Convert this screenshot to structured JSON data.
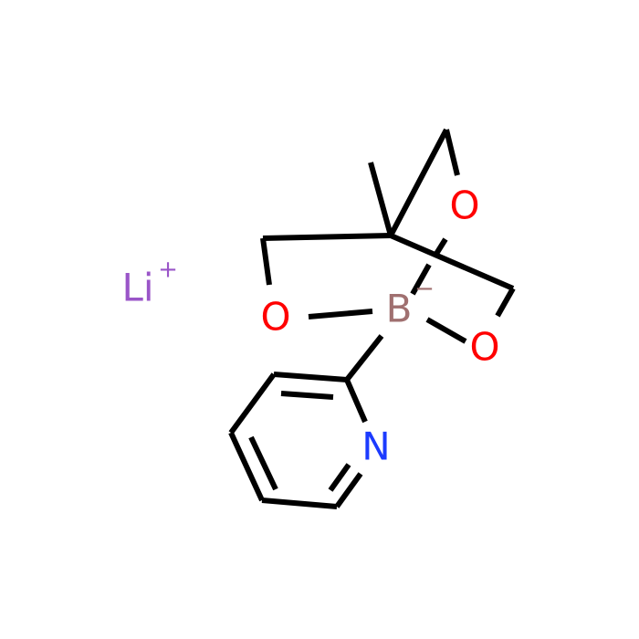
{
  "molecule": {
    "colors": {
      "bond": "#000000",
      "oxygen": "#ff0000",
      "nitrogen": "#1c3bff",
      "boron": "#a07070",
      "lithium": "#9a55c8"
    },
    "atoms": {
      "lithium": {
        "symbol": "Li",
        "charge": "+"
      },
      "boron": {
        "symbol": "B",
        "charge": "−"
      },
      "oxygen_left": {
        "symbol": "O"
      },
      "oxygen_top": {
        "symbol": "O"
      },
      "oxygen_right": {
        "symbol": "O"
      },
      "nitrogen": {
        "symbol": "N"
      }
    }
  }
}
